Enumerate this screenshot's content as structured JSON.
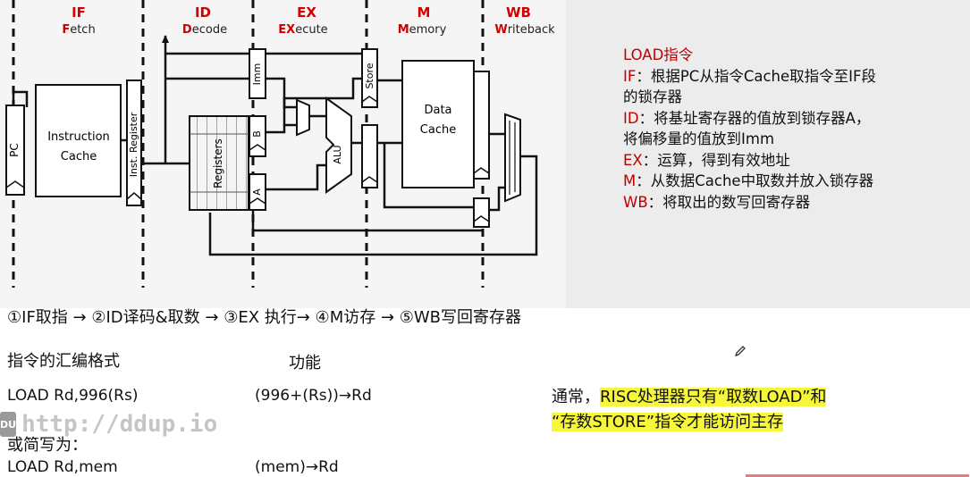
{
  "stages": [
    {
      "abbr": "IF",
      "name_first": "F",
      "name_rest": "etch"
    },
    {
      "abbr": "ID",
      "name_first": "D",
      "name_rest": "ecode"
    },
    {
      "abbr": "EX",
      "name_first": "EX",
      "name_rest": "ecute"
    },
    {
      "abbr": "M",
      "name_first": "M",
      "name_rest": "emory"
    },
    {
      "abbr": "WB",
      "name_first": "W",
      "name_rest": "riteback"
    }
  ],
  "blocks": {
    "pc": "PC",
    "icache_l1": "Instruction",
    "icache_l2": "Cache",
    "inst_reg": "Inst. Register",
    "registers": "Registers",
    "imm": "Imm",
    "b": "B",
    "a": "A",
    "alu": "ALU",
    "store": "Store",
    "dcache_l1": "Data",
    "dcache_l2": "Cache"
  },
  "notes": {
    "title": "LOAD指令",
    "lines": [
      {
        "key": "IF",
        "text": "：根据PC从指令Cache取指令至IF段"
      },
      {
        "key": "",
        "text": "的锁存器"
      },
      {
        "key": "ID",
        "text": "：将基址寄存器的值放到锁存器A，"
      },
      {
        "key": "",
        "text": "将偏移量的值放到Imm"
      },
      {
        "key": "EX",
        "text": "：运算，得到有效地址"
      },
      {
        "key": "M",
        "text": "：从数据Cache中取数并放入锁存器"
      },
      {
        "key": "WB",
        "text": "：将取出的数写回寄存器"
      }
    ]
  },
  "flow": "①IF取指 → ②ID译码&取数 → ③EX 执行→ ④M访存 → ⑤WB写回寄存器",
  "table": {
    "col1_header": "指令的汇编格式",
    "col2_header": "功能",
    "row1_asm": "LOAD  Rd,996(Rs)",
    "row1_func": "(996+(Rs))→Rd",
    "abbrev_label": "或简写为：",
    "row2_asm": "LOAD  Rd,mem",
    "row2_func": "(mem)→Rd"
  },
  "note_right": {
    "l1_prefix": "通常，",
    "l1_hl": "RISC处理器只有“取数LOAD”和",
    "l2_hl": "“存数STORE”指令才能访问主存"
  },
  "watermark": {
    "badge": "DU",
    "text": "http://ddup.io"
  },
  "colors": {
    "stage_red": "#d00000",
    "highlight": "#f6f63a",
    "panel_bg": "#ececec"
  }
}
